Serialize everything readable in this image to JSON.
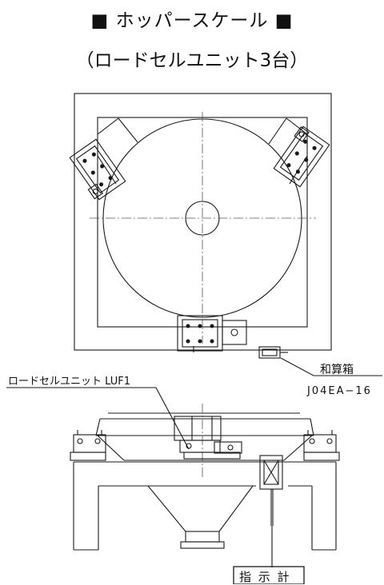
{
  "title": "■ ホッパースケール ■",
  "subtitle": "（ロードセルユニット3台）",
  "labels": {
    "loadcell": "ロードセルユニット LUF1",
    "summing_box": "和算箱",
    "summing_box_model": "J04EA−16",
    "indicator": "指 示 計"
  },
  "colors": {
    "line": "#1a1a1a",
    "centerline": "#555555",
    "background": "#ffffff"
  }
}
